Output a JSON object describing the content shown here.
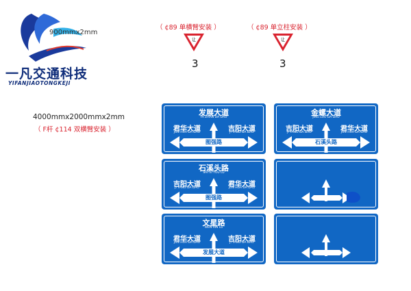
{
  "logo": {
    "name_cn": "一凡交通科技",
    "name_en": "YIFANJIAOTONGKEJI"
  },
  "spec_top": "900mmx2mm",
  "yield_signs": [
    {
      "sign_text": "让",
      "label": "（ ¢89  单横臂安装 ）",
      "count": "3"
    },
    {
      "sign_text": "让",
      "label": "（ ¢89  单立柱安装 ）",
      "count": "3"
    }
  ],
  "spec": {
    "size": "4000mmx2000mmx2mm",
    "note": "（ F杆  ¢114  双横臂安装 ）"
  },
  "signs": [
    {
      "title": "发展大道",
      "title_py": "FA ZHAN DA DAO",
      "left": "君华大道",
      "left_py": "JUN HUA DA DAO",
      "right": "吉阳大道",
      "right_py": "JI YANG DA DAO",
      "bottom": "图强路"
    },
    {
      "title": "金螺大道",
      "title_py": "JING LUO DA DAO",
      "left": "吉阳大道",
      "left_py": "JI YANG DA DAO",
      "right": "君华大道",
      "right_py": "JUN HUA DA DAO",
      "bottom": "石溪头路"
    },
    {
      "title": "石溪头路",
      "title_py": "SHI XI TOU LU",
      "left": "吉阳大道",
      "left_py": "JI YANG DA DAO",
      "right": "君华大道",
      "right_py": "JUN HUA DA DAO",
      "bottom": "图强路"
    },
    {
      "title": "",
      "title_py": "",
      "left": "",
      "left_py": "",
      "right": "",
      "right_py": "",
      "bottom": ""
    },
    {
      "title": "文星路",
      "title_py": "WEN XIN LU",
      "left": "君华大道",
      "left_py": "JUN HUA DA DAO",
      "right": "吉阳大道",
      "right_py": "JI YANG DA DAO",
      "bottom": "发展大道"
    },
    {
      "title": "",
      "title_py": "",
      "left": "",
      "left_py": "",
      "right": "",
      "right_py": "",
      "bottom": ""
    }
  ],
  "colors": {
    "sign_blue": "#1167c4",
    "note_red": "#d9232f",
    "logo_navy": "#0f2d7a"
  }
}
